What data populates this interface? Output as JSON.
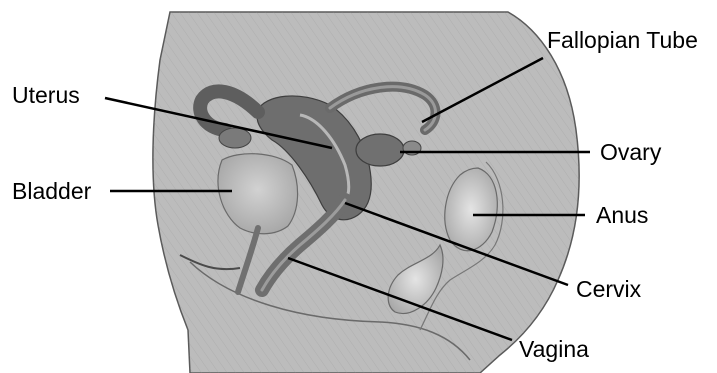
{
  "diagram": {
    "labels": {
      "fallopian_tube": "Fallopian Tube",
      "uterus": "Uterus",
      "ovary": "Ovary",
      "bladder": "Bladder",
      "anus": "Anus",
      "cervix": "Cervix",
      "vagina": "Vagina"
    }
  }
}
